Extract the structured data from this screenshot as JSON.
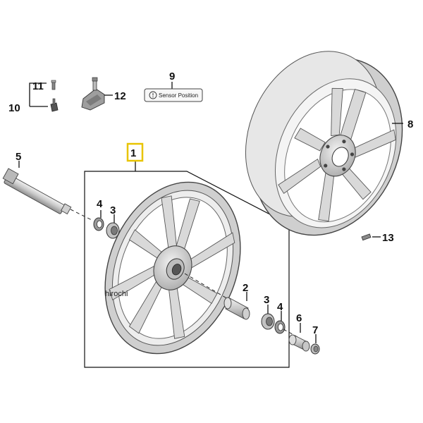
{
  "diagram": {
    "parts": [
      {
        "no": "1"
      },
      {
        "no": "2"
      },
      {
        "no": "3"
      },
      {
        "no": "3"
      },
      {
        "no": "4"
      },
      {
        "no": "4"
      },
      {
        "no": "5"
      },
      {
        "no": "6"
      },
      {
        "no": "7"
      },
      {
        "no": "8"
      },
      {
        "no": "9"
      },
      {
        "no": "10"
      },
      {
        "no": "11"
      },
      {
        "no": "12"
      },
      {
        "no": "13"
      }
    ],
    "sensor_label": "Sensor Position",
    "watermark": "hirochi",
    "highlight_color": "#e8c400",
    "wheel_color": "#d4d4d4"
  }
}
